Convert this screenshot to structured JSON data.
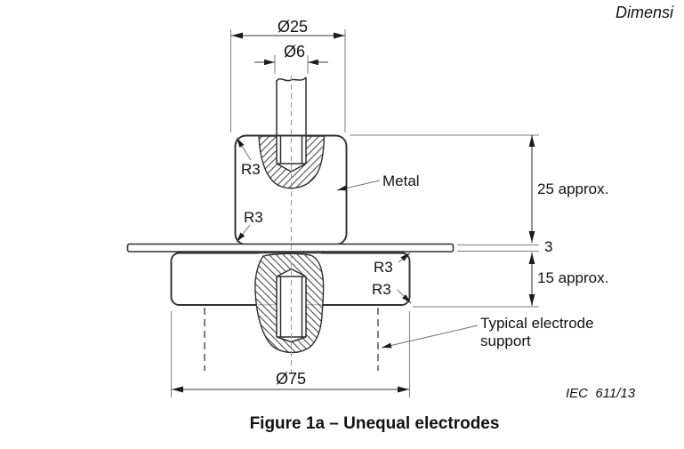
{
  "page": {
    "top_right_note": "Dimensi",
    "figure_reference": "IEC  611/13",
    "caption": "Figure 1a – Unequal electrodes"
  },
  "drawing": {
    "dimensions": {
      "upper_electrode_diameter": "Ø25",
      "rod_diameter": "Ø6",
      "lower_electrode_diameter": "Ø75",
      "upper_electrode_height": "25 approx.",
      "specimen_thickness": "3",
      "lower_electrode_height": "15 approx."
    },
    "radius_labels": {
      "upper_top": "R3",
      "upper_bottom": "R3",
      "lower_top": "R3",
      "lower_bottom": "R3"
    },
    "annotations": {
      "metal": "Metal",
      "support_line1": "Typical electrode",
      "support_line2": "support"
    },
    "colors": {
      "outline": "#2f2f2f",
      "thin_line": "#7d7d7d",
      "hatch": "#4a4a4a",
      "text": "#111111"
    }
  }
}
